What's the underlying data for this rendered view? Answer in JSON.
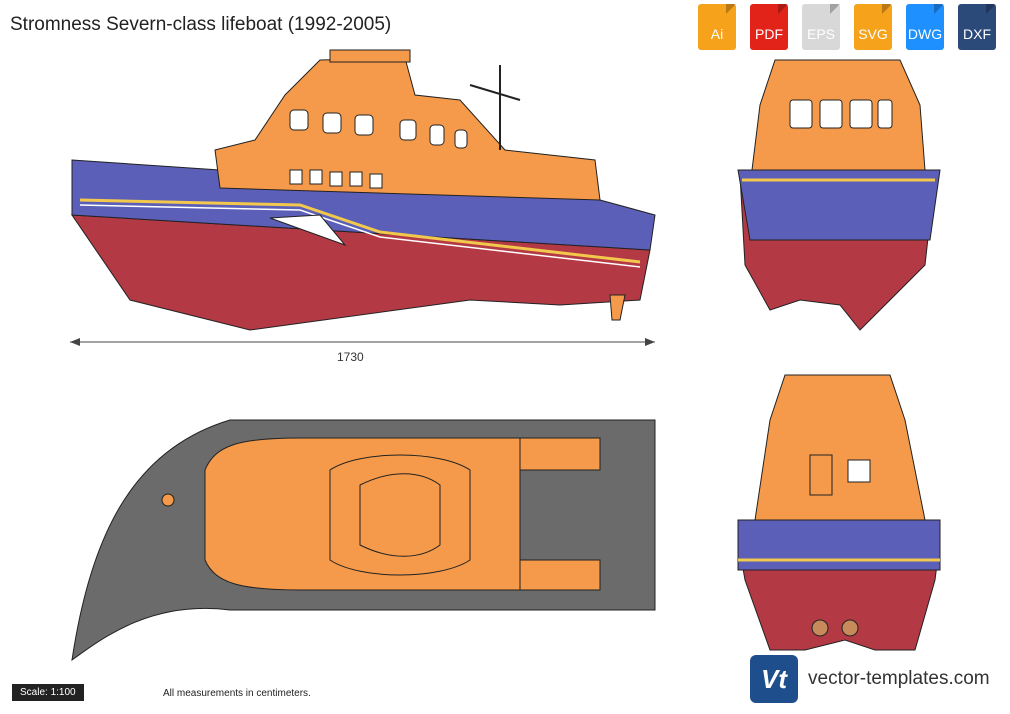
{
  "title": "Stromness Severn-class lifeboat (1992-2005)",
  "formats": [
    {
      "label": "Ai",
      "color": "#f7a21b"
    },
    {
      "label": "PDF",
      "color": "#e2231a"
    },
    {
      "label": "EPS",
      "color": "#d8d8d8"
    },
    {
      "label": "SVG",
      "color": "#f7a21b"
    },
    {
      "label": "DWG",
      "color": "#1e90ff"
    },
    {
      "label": "DXF",
      "color": "#2b4a7a"
    }
  ],
  "dimension": "1730",
  "scale": "Scale: 1:100",
  "note": "All measurements in centimeters.",
  "brand": {
    "logo": "Vt",
    "text": "vector-templates.com"
  },
  "colors": {
    "hull_blue": "#5b5fb8",
    "hull_red": "#b33a45",
    "superstructure": "#f59a4a",
    "deck": "#6b6b6b"
  }
}
